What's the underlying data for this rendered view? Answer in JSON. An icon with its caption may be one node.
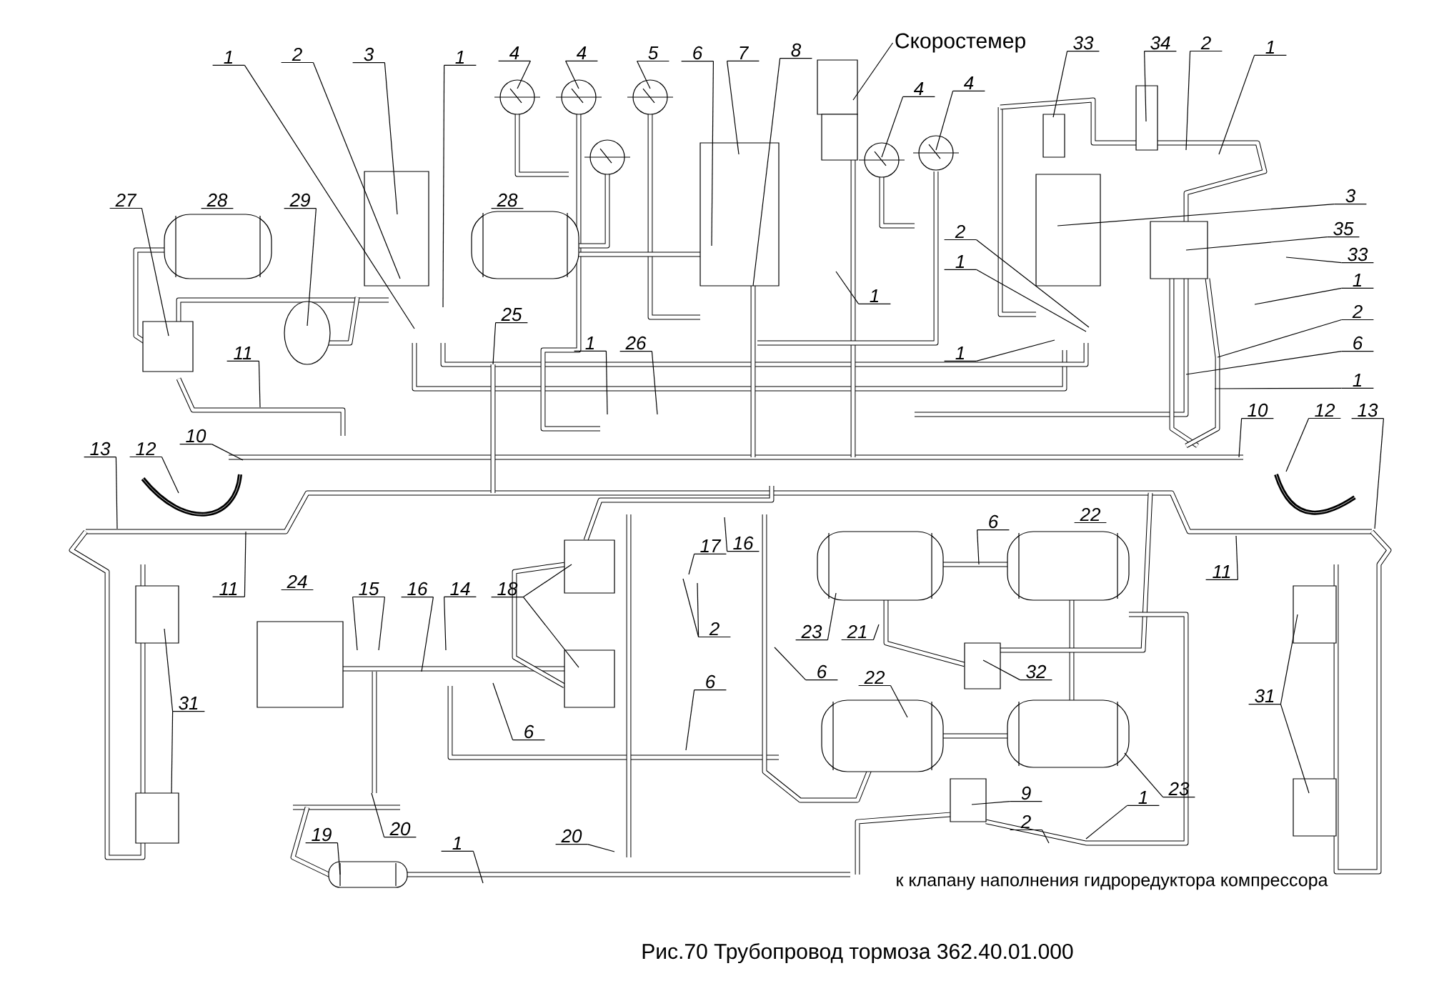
{
  "diagram": {
    "caption": "Рис.70 Трубопровод тормоза 362.40.01.000",
    "nodes": [
      {
        "text": [
          "1"
        ]
      },
      {
        "text": [
          "2"
        ]
      },
      {
        "text": [
          "3"
        ]
      },
      {
        "text": [
          "1"
        ]
      },
      {
        "text": [
          "4"
        ]
      },
      {
        "text": [
          "4"
        ]
      },
      {
        "text": [
          "5"
        ]
      },
      {
        "text": [
          "6"
        ]
      },
      {
        "text": [
          "7"
        ]
      },
      {
        "text": [
          "8"
        ]
      },
      {
        "text": [
          "Скоростемер"
        ]
      },
      {
        "text": [
          "4"
        ]
      },
      {
        "text": [
          "4"
        ]
      },
      {
        "text": [
          "33"
        ]
      },
      {
        "text": [
          "34"
        ]
      },
      {
        "text": [
          "2"
        ]
      },
      {
        "text": [
          "1"
        ]
      },
      {
        "text": [
          "27"
        ]
      },
      {
        "text": [
          "29"
        ]
      },
      {
        "text": [
          "25"
        ]
      },
      {
        "text": [
          "1"
        ]
      },
      {
        "text": [
          "26"
        ]
      },
      {
        "text": [
          "11"
        ]
      },
      {
        "text": [
          "1"
        ]
      },
      {
        "text": [
          "2"
        ]
      },
      {
        "text": [
          "1"
        ]
      },
      {
        "text": [
          "1"
        ]
      },
      {
        "text": [
          "3"
        ]
      },
      {
        "text": [
          "35"
        ]
      },
      {
        "text": [
          "33"
        ]
      },
      {
        "text": [
          "1"
        ]
      },
      {
        "text": [
          "2"
        ]
      },
      {
        "text": [
          "6"
        ]
      },
      {
        "text": [
          "1"
        ]
      },
      {
        "text": [
          "13"
        ]
      },
      {
        "text": [
          "12"
        ]
      },
      {
        "text": [
          "10"
        ]
      },
      {
        "text": [
          "10"
        ]
      },
      {
        "text": [
          "12"
        ]
      },
      {
        "text": [
          "13"
        ]
      },
      {
        "text": [
          "11"
        ]
      },
      {
        "text": [
          "11"
        ]
      },
      {
        "text": [
          "15"
        ]
      },
      {
        "text": [
          "16"
        ]
      },
      {
        "text": [
          "14"
        ]
      },
      {
        "text": [
          "18"
        ]
      },
      {
        "text": [
          "17"
        ]
      },
      {
        "text": [
          "16"
        ]
      },
      {
        "text": [
          "2"
        ]
      },
      {
        "text": [
          "6"
        ]
      },
      {
        "text": [
          "6"
        ]
      },
      {
        "text": [
          "23"
        ]
      },
      {
        "text": [
          "21"
        ]
      },
      {
        "text": [
          "6"
        ]
      },
      {
        "text": [
          "6"
        ]
      },
      {
        "text": [
          "32"
        ]
      },
      {
        "text": [
          "22"
        ]
      },
      {
        "text": [
          "31"
        ]
      },
      {
        "text": [
          "9"
        ]
      },
      {
        "text": [
          "2"
        ]
      },
      {
        "text": [
          "1"
        ]
      },
      {
        "text": [
          "23"
        ]
      },
      {
        "text": [
          "31"
        ]
      },
      {
        "text": [
          "20"
        ]
      },
      {
        "text": [
          "19"
        ]
      },
      {
        "text": [
          "1"
        ]
      },
      {
        "text": [
          "20"
        ]
      }
    ],
    "edges": [
      {
        "from": 0,
        "to": null,
        "arrow": "none"
      },
      {
        "from": 1,
        "to": null,
        "arrow": "none"
      },
      {
        "from": 2,
        "to": null,
        "arrow": "none"
      },
      {
        "from": 3,
        "to": null,
        "arrow": "none"
      },
      {
        "from": 4,
        "to": null,
        "arrow": "none"
      },
      {
        "from": 5,
        "to": null,
        "arrow": "none"
      },
      {
        "from": 6,
        "to": null,
        "arrow": "none"
      },
      {
        "from": 7,
        "to": null,
        "arrow": "none"
      },
      {
        "from": 8,
        "to": null,
        "arrow": "none"
      },
      {
        "from": 9,
        "to": null,
        "arrow": "none"
      },
      {
        "from": 10,
        "to": null,
        "arrow": "none"
      },
      {
        "from": 11,
        "to": null,
        "arrow": "none"
      },
      {
        "from": 12,
        "to": null,
        "arrow": "none"
      },
      {
        "from": 13,
        "to": null,
        "arrow": "none"
      },
      {
        "from": 14,
        "to": null,
        "arrow": "none"
      },
      {
        "from": 15,
        "to": null,
        "arrow": "none"
      },
      {
        "from": 16,
        "to": null,
        "arrow": "none"
      },
      {
        "from": 17,
        "to": null,
        "arrow": "none"
      },
      {
        "from": 18,
        "to": null,
        "arrow": "none"
      },
      {
        "from": 19,
        "to": null,
        "arrow": "none"
      },
      {
        "from": 20,
        "to": null,
        "arrow": "none"
      },
      {
        "from": 21,
        "to": null,
        "arrow": "none"
      },
      {
        "from": 22,
        "to": null,
        "arrow": "none"
      },
      {
        "from": 23,
        "to": null,
        "arrow": "none"
      },
      {
        "from": 24,
        "to": null,
        "arrow": "none"
      },
      {
        "from": 25,
        "to": null,
        "arrow": "none"
      },
      {
        "from": 26,
        "to": null,
        "arrow": "none"
      },
      {
        "from": 27,
        "to": null,
        "arrow": "none"
      },
      {
        "from": 28,
        "to": null,
        "arrow": "none"
      },
      {
        "from": 29,
        "to": null,
        "arrow": "none"
      },
      {
        "from": 30,
        "to": null,
        "arrow": "none"
      },
      {
        "from": 31,
        "to": null,
        "arrow": "none"
      },
      {
        "from": 32,
        "to": null,
        "arrow": "none"
      },
      {
        "from": 33,
        "to": null,
        "arrow": "none"
      },
      {
        "from": 34,
        "to": null,
        "arrow": "none"
      },
      {
        "from": 35,
        "to": null,
        "arrow": "none"
      },
      {
        "from": 36,
        "to": null,
        "arrow": "none"
      },
      {
        "from": 37,
        "to": null,
        "arrow": "none"
      },
      {
        "from": 38,
        "to": null,
        "arrow": "none"
      },
      {
        "from": 39,
        "to": null,
        "arrow": "none"
      },
      {
        "from": 40,
        "to": null,
        "arrow": "none"
      },
      {
        "from": 41,
        "to": null,
        "arrow": "none"
      },
      {
        "from": 42,
        "to": null,
        "arrow": "none"
      },
      {
        "from": 42,
        "to": null,
        "arrow": "none"
      },
      {
        "from": 43,
        "to": null,
        "arrow": "none"
      },
      {
        "from": 44,
        "to": null,
        "arrow": "none"
      },
      {
        "from": 45,
        "to": null,
        "arrow": "none"
      },
      {
        "from": 45,
        "to": null,
        "arrow": "none"
      },
      {
        "from": 46,
        "to": null,
        "arrow": "none"
      },
      {
        "from": 47,
        "to": null,
        "arrow": "none"
      },
      {
        "from": 48,
        "to": null,
        "arrow": "none"
      },
      {
        "from": 48,
        "to": null,
        "arrow": "none"
      },
      {
        "from": 49,
        "to": null,
        "arrow": "none"
      },
      {
        "from": 50,
        "to": null,
        "arrow": "none"
      },
      {
        "from": 51,
        "to": null,
        "arrow": "none"
      },
      {
        "from": 52,
        "to": null,
        "arrow": "none"
      },
      {
        "from": 53,
        "to": null,
        "arrow": "none"
      },
      {
        "from": 54,
        "to": null,
        "arrow": "none"
      },
      {
        "from": 55,
        "to": null,
        "arrow": "none"
      },
      {
        "from": 56,
        "to": null,
        "arrow": "none"
      },
      {
        "from": 57,
        "to": null,
        "arrow": "none"
      },
      {
        "from": 57,
        "to": null,
        "arrow": "none"
      },
      {
        "from": 58,
        "to": null,
        "arrow": "none"
      },
      {
        "from": 59,
        "to": null,
        "arrow": "none"
      },
      {
        "from": 60,
        "to": null,
        "arrow": "none"
      },
      {
        "from": 61,
        "to": null,
        "arrow": "none"
      },
      {
        "from": 62,
        "to": null,
        "arrow": "none"
      },
      {
        "from": 62,
        "to": null,
        "arrow": "none"
      },
      {
        "from": 63,
        "to": null,
        "arrow": "none"
      },
      {
        "from": 64,
        "to": null,
        "arrow": "none"
      },
      {
        "from": 65,
        "to": null,
        "arrow": "none"
      },
      {
        "from": 66,
        "to": null,
        "arrow": "none"
      }
    ],
    "labels": [
      "28",
      "28",
      "24",
      "22",
      "к клапану наполнения гидроредуктора компрессора"
    ]
  }
}
